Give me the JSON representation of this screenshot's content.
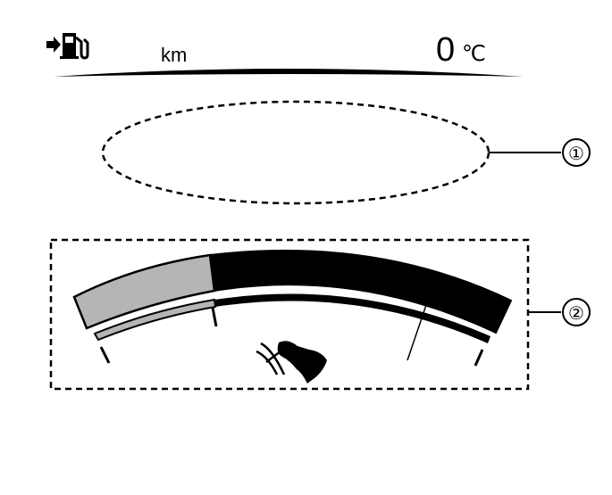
{
  "header": {
    "fuel_icon": "fuel-pump-icon",
    "range_unit": "km",
    "temp_value": "0",
    "temp_unit": "℃"
  },
  "callouts": {
    "callout_1": "①",
    "callout_2": "②"
  },
  "gauge": {
    "icon": "hand-brake-release-icon",
    "segments": 2,
    "filled_fraction": 0.3
  },
  "colors": {
    "ink": "#000000",
    "gray_fill": "#b5b5b5",
    "background": "#ffffff"
  }
}
